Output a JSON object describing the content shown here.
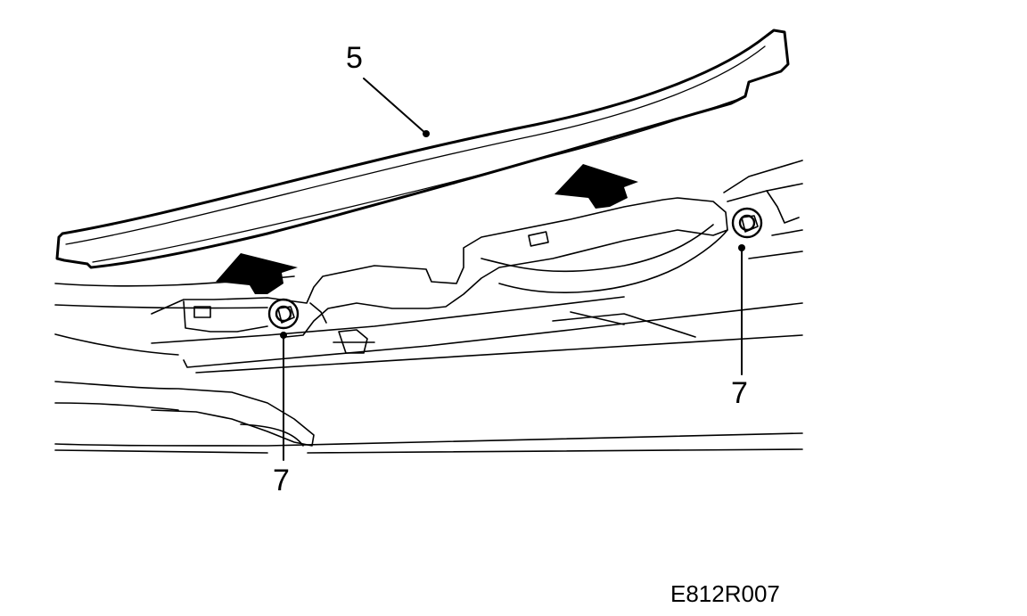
{
  "callouts": {
    "part_5": "5",
    "part_7_left": "7",
    "part_7_right": "7"
  },
  "figure_code": "E812R007",
  "colors": {
    "ink": "#000000",
    "paper": "#ffffff"
  },
  "icons": [
    "arrow-up-right-icon",
    "bolt-icon"
  ]
}
